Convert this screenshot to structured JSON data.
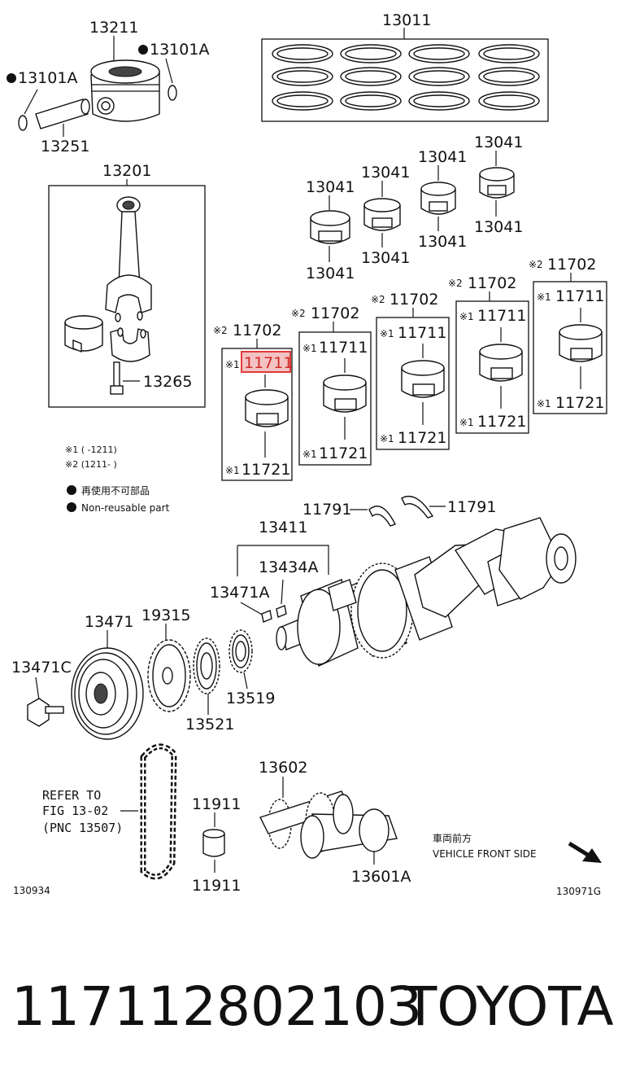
{
  "labels": {
    "l13011": "13011",
    "l13211": "13211",
    "l13101a_r": "13101A",
    "l13101a_l": "13101A",
    "l13251": "13251",
    "l13201": "13201",
    "l13265": "13265",
    "l13041": "13041",
    "l11702": "11702",
    "l11711": "11711",
    "l11721": "11721",
    "l11791": "11791",
    "l13411": "13411",
    "l13434a": "13434A",
    "l13471a": "13471A",
    "l13471": "13471",
    "l19315": "19315",
    "l13471c": "13471C",
    "l13521": "13521",
    "l13519": "13519",
    "l13602": "13602",
    "l11911": "11911",
    "l13601a": "13601A"
  },
  "marks": {
    "star1": "※1",
    "star2": "※2"
  },
  "legend": {
    "note1": "※1 (      -1211)",
    "note2": "※2 (1211-      )",
    "reuse_jp": "再使用不可部品",
    "reuse_en": "Non-reusable part"
  },
  "refer": {
    "line1": "REFER TO",
    "line2": "FIG 13-02",
    "line3": "(PNC 13507)"
  },
  "front": {
    "jp": "車両前方",
    "en": "VEHICLE FRONT SIDE"
  },
  "codes": {
    "left": "130934",
    "right": "130971G"
  },
  "highlight_color": "#e23b3b",
  "footer": {
    "part_number": "11711280210З",
    "brand": "TOYOTA"
  }
}
